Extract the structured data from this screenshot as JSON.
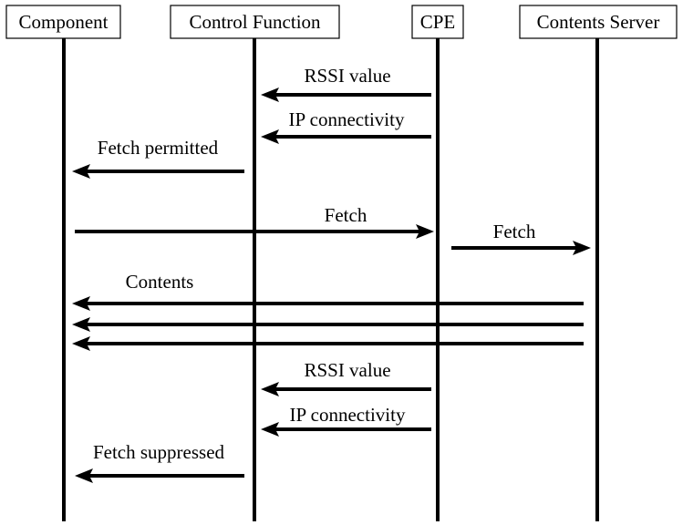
{
  "participants": [
    {
      "id": "component",
      "label": "Component"
    },
    {
      "id": "control",
      "label": "Control Function"
    },
    {
      "id": "cpe",
      "label": "CPE"
    },
    {
      "id": "server",
      "label": "Contents Server"
    }
  ],
  "messages": [
    {
      "id": "rssi-1",
      "label": "RSSI value",
      "from": "cpe",
      "to": "control"
    },
    {
      "id": "ipconn-1",
      "label": "IP connectivity",
      "from": "cpe",
      "to": "control"
    },
    {
      "id": "fetch-permitted",
      "label": "Fetch permitted",
      "from": "control",
      "to": "component"
    },
    {
      "id": "fetch-1",
      "label": "Fetch",
      "from": "component",
      "to": "cpe"
    },
    {
      "id": "fetch-2",
      "label": "Fetch",
      "from": "cpe",
      "to": "server"
    },
    {
      "id": "contents-1",
      "label": "Contents",
      "from": "server",
      "to": "component"
    },
    {
      "id": "contents-2",
      "label": "",
      "from": "server",
      "to": "component"
    },
    {
      "id": "contents-3",
      "label": "",
      "from": "server",
      "to": "component"
    },
    {
      "id": "rssi-2",
      "label": "RSSI value",
      "from": "cpe",
      "to": "control"
    },
    {
      "id": "ipconn-2",
      "label": "IP connectivity",
      "from": "cpe",
      "to": "control"
    },
    {
      "id": "fetch-suppressed",
      "label": "Fetch suppressed",
      "from": "control",
      "to": "component"
    }
  ]
}
